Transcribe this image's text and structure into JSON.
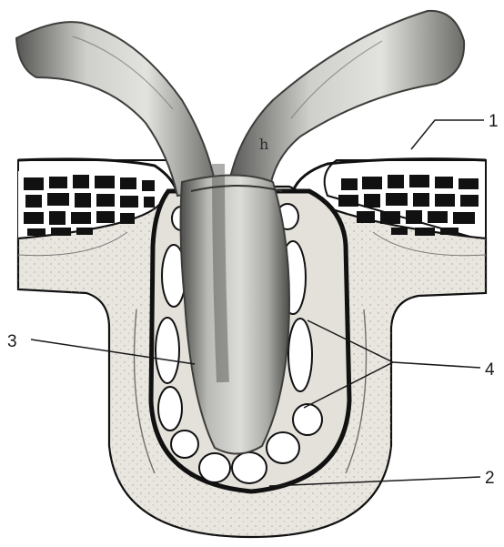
{
  "figure": {
    "labels": [
      {
        "id": "1",
        "text": "1"
      },
      {
        "id": "2",
        "text": "2"
      },
      {
        "id": "3",
        "text": "3"
      },
      {
        "id": "4",
        "text": "4"
      }
    ]
  },
  "colors": {
    "tissue_fill": "#e9e6df",
    "tissue_dots": "#8b8b8b",
    "vessel_light": "#d7d7d3",
    "vessel_mid": "#9c9c98",
    "vessel_dark": "#4a4a48",
    "cell_fill": "#111111",
    "line": "#111111"
  }
}
